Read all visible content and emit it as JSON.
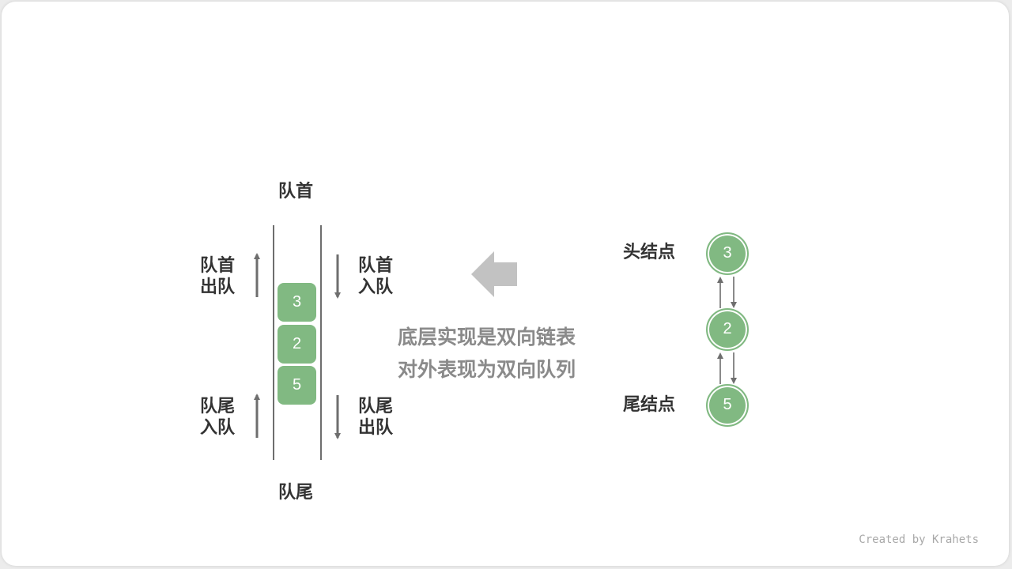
{
  "deque": {
    "top_label": "队首",
    "bottom_label": "队尾",
    "front_pop": [
      "队首",
      "出队"
    ],
    "front_push": [
      "队首",
      "入队"
    ],
    "rear_push": [
      "队尾",
      "入队"
    ],
    "rear_pop": [
      "队尾",
      "出队"
    ],
    "items": [
      "3",
      "2",
      "5"
    ]
  },
  "note": {
    "line1": "底层实现是双向链表",
    "line2": "对外表现为双向队列"
  },
  "linked_list": {
    "head_label": "头结点",
    "tail_label": "尾结点",
    "nodes": [
      "3",
      "2",
      "5"
    ]
  },
  "credit": "Created by Krahets",
  "colors": {
    "node_fill": "#81b982",
    "arrow": "#6e6e6e",
    "big_arrow": "#c2c2c2",
    "note_text": "#8a8a8a"
  }
}
